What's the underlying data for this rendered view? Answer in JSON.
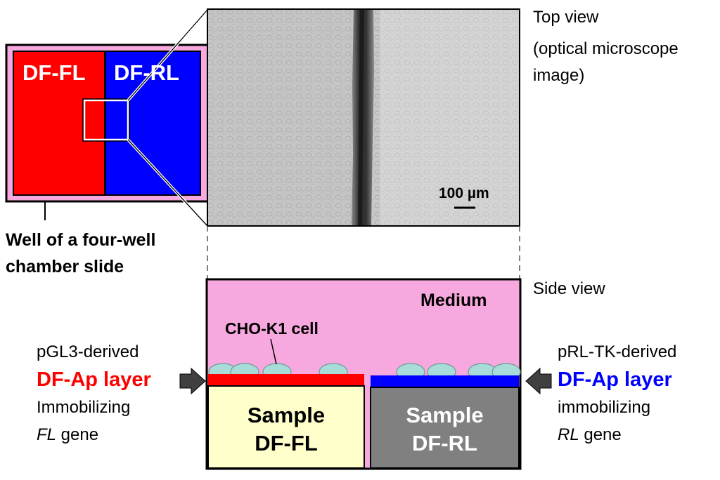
{
  "top_view": {
    "title": "Top view",
    "subtitle_line1": "(optical microscope",
    "subtitle_line2": "image)",
    "scale_bar": "100 µm"
  },
  "well": {
    "left_label": "DF-FL",
    "right_label": "DF-RL",
    "caption_line1": "Well of a four-well",
    "caption_line2": "chamber slide"
  },
  "side_view": {
    "title": "Side view",
    "medium": "Medium",
    "cell": "CHO-K1 cell",
    "sample_left_line1": "Sample",
    "sample_left_line2": "DF-FL",
    "sample_right_line1": "Sample",
    "sample_right_line2": "DF-RL"
  },
  "left_annotation": {
    "line1": "pGL3-derived",
    "line2": "DF-Ap layer",
    "line3": "Immobilizing",
    "line4_gene": "FL",
    "line4_suffix": " gene"
  },
  "right_annotation": {
    "line1": "pRL-TK-derived",
    "line2": "DF-Ap layer",
    "line3": "immobilizing",
    "line4_gene": "RL",
    "line4_suffix": " gene"
  },
  "colors": {
    "fl_red": "#ff0000",
    "rl_blue": "#0000ff",
    "medium_pink": "#f7a8de",
    "cell_cyan": "#a8dcd8",
    "sample_fl": "#ffffcc",
    "sample_rl": "#808080",
    "arrow_gray": "#404040"
  }
}
